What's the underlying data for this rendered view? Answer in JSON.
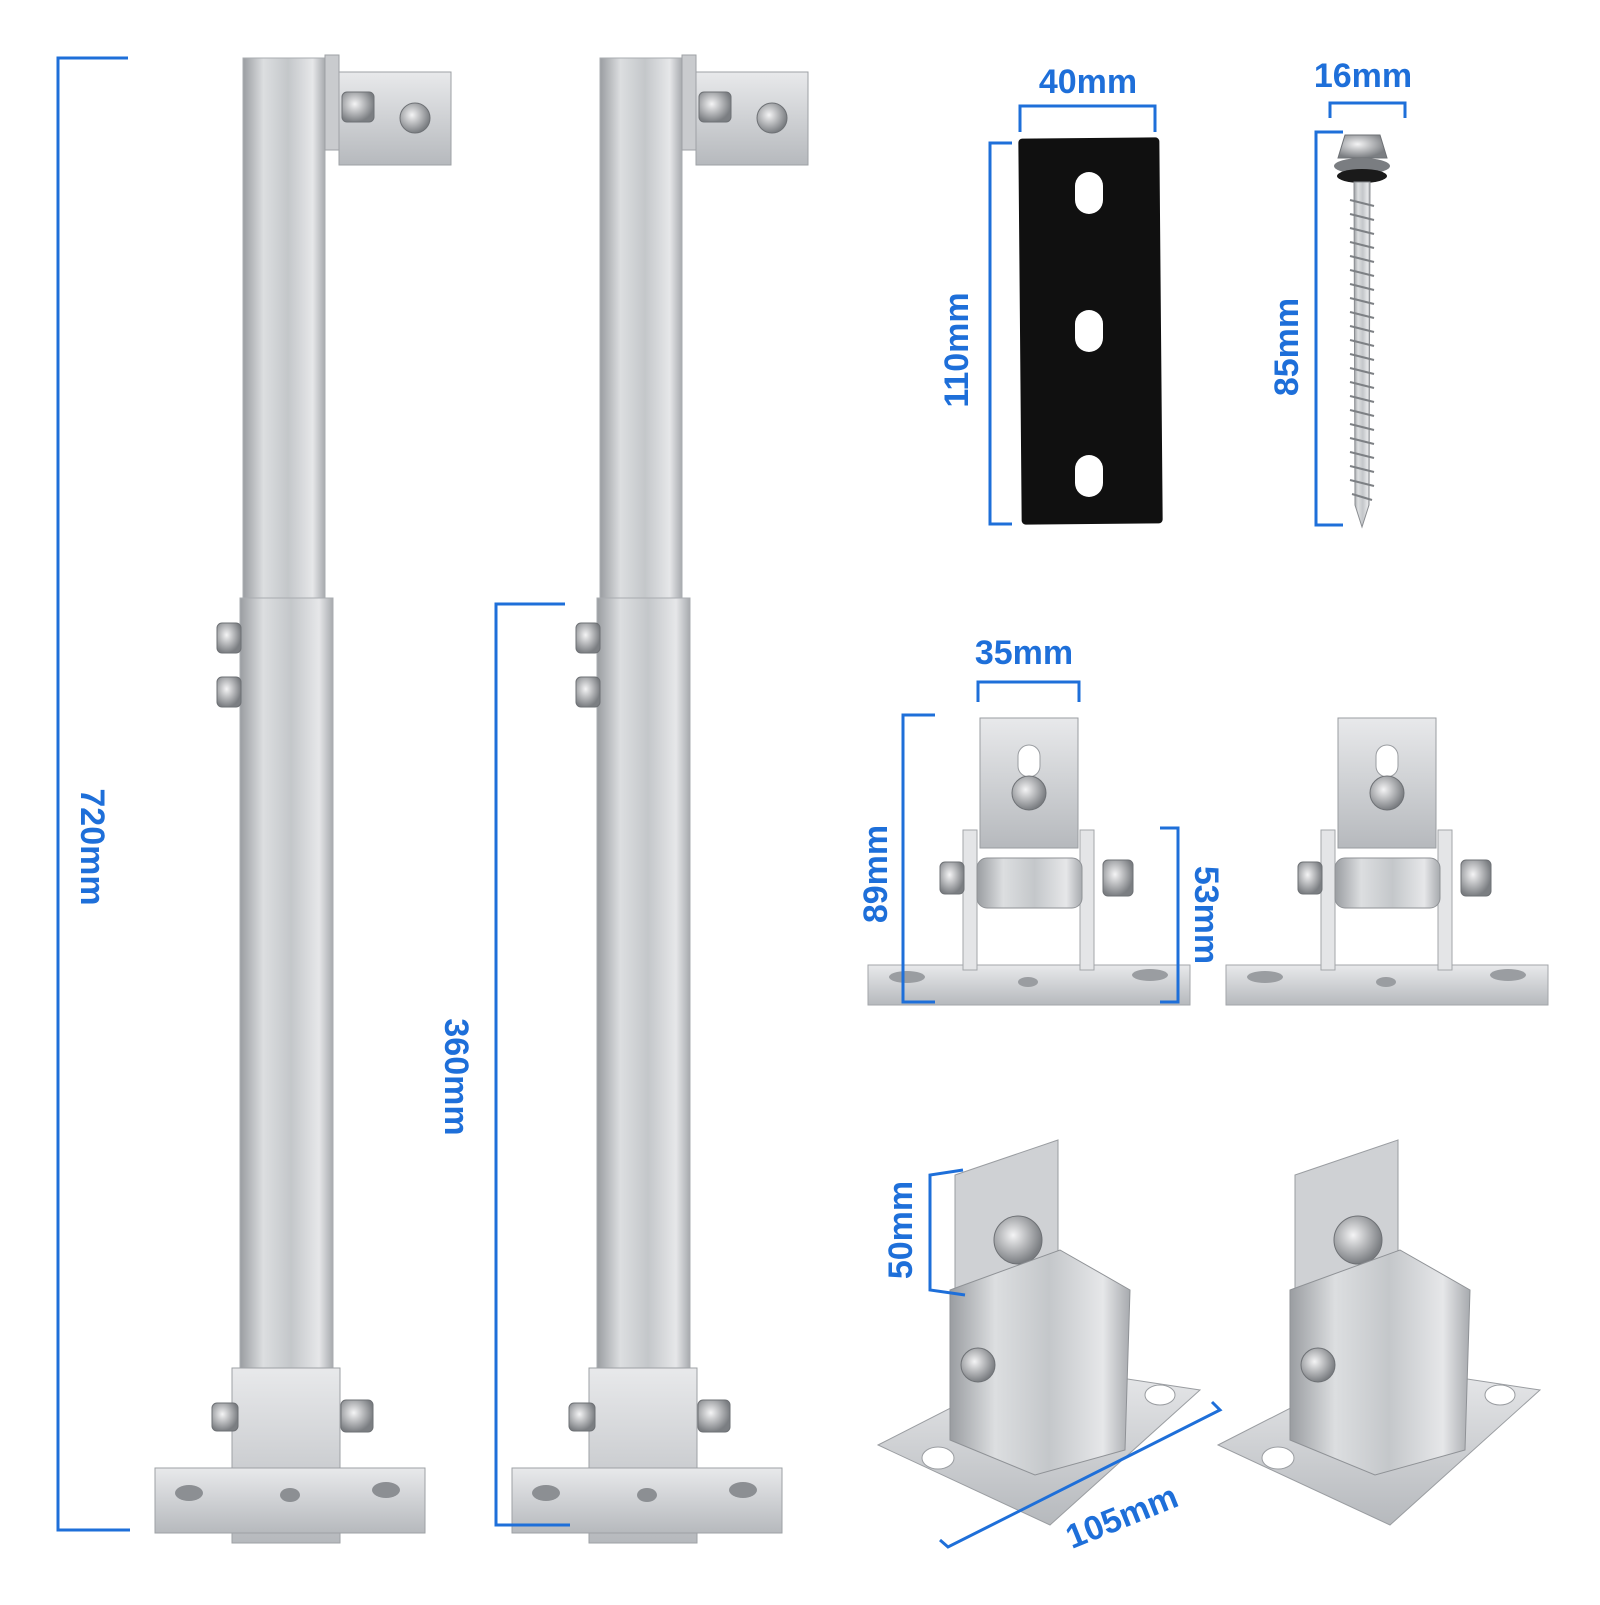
{
  "accent_color": "#1e6fd9",
  "dimensions": {
    "pole_total_height": "720mm",
    "pole_lower_height": "360mm",
    "pad_width": "40mm",
    "pad_height": "110mm",
    "screw_head": "16mm",
    "screw_length": "85mm",
    "bracket_width": "35mm",
    "bracket_height": "89mm",
    "bracket_base_height": "53mm",
    "clamp_height": "50mm",
    "clamp_length": "105mm"
  },
  "icons": [
    "aluminum-pole",
    "rubber-pad",
    "self-tapping-screw",
    "adjustable-bracket",
    "l-clamp"
  ]
}
